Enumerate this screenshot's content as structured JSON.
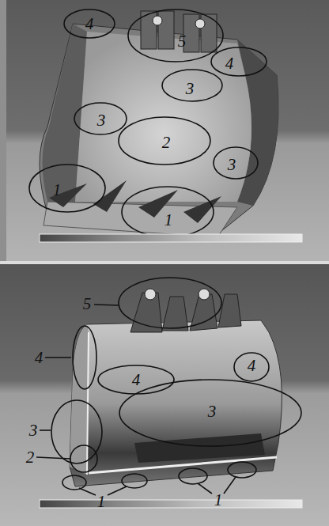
{
  "diagram": {
    "labels": [
      "4",
      "5",
      "4",
      "3",
      "3",
      "3",
      "2",
      "1",
      "1",
      "5",
      "4",
      "4",
      "4",
      "3",
      "3",
      "2",
      "1",
      "1"
    ]
  }
}
